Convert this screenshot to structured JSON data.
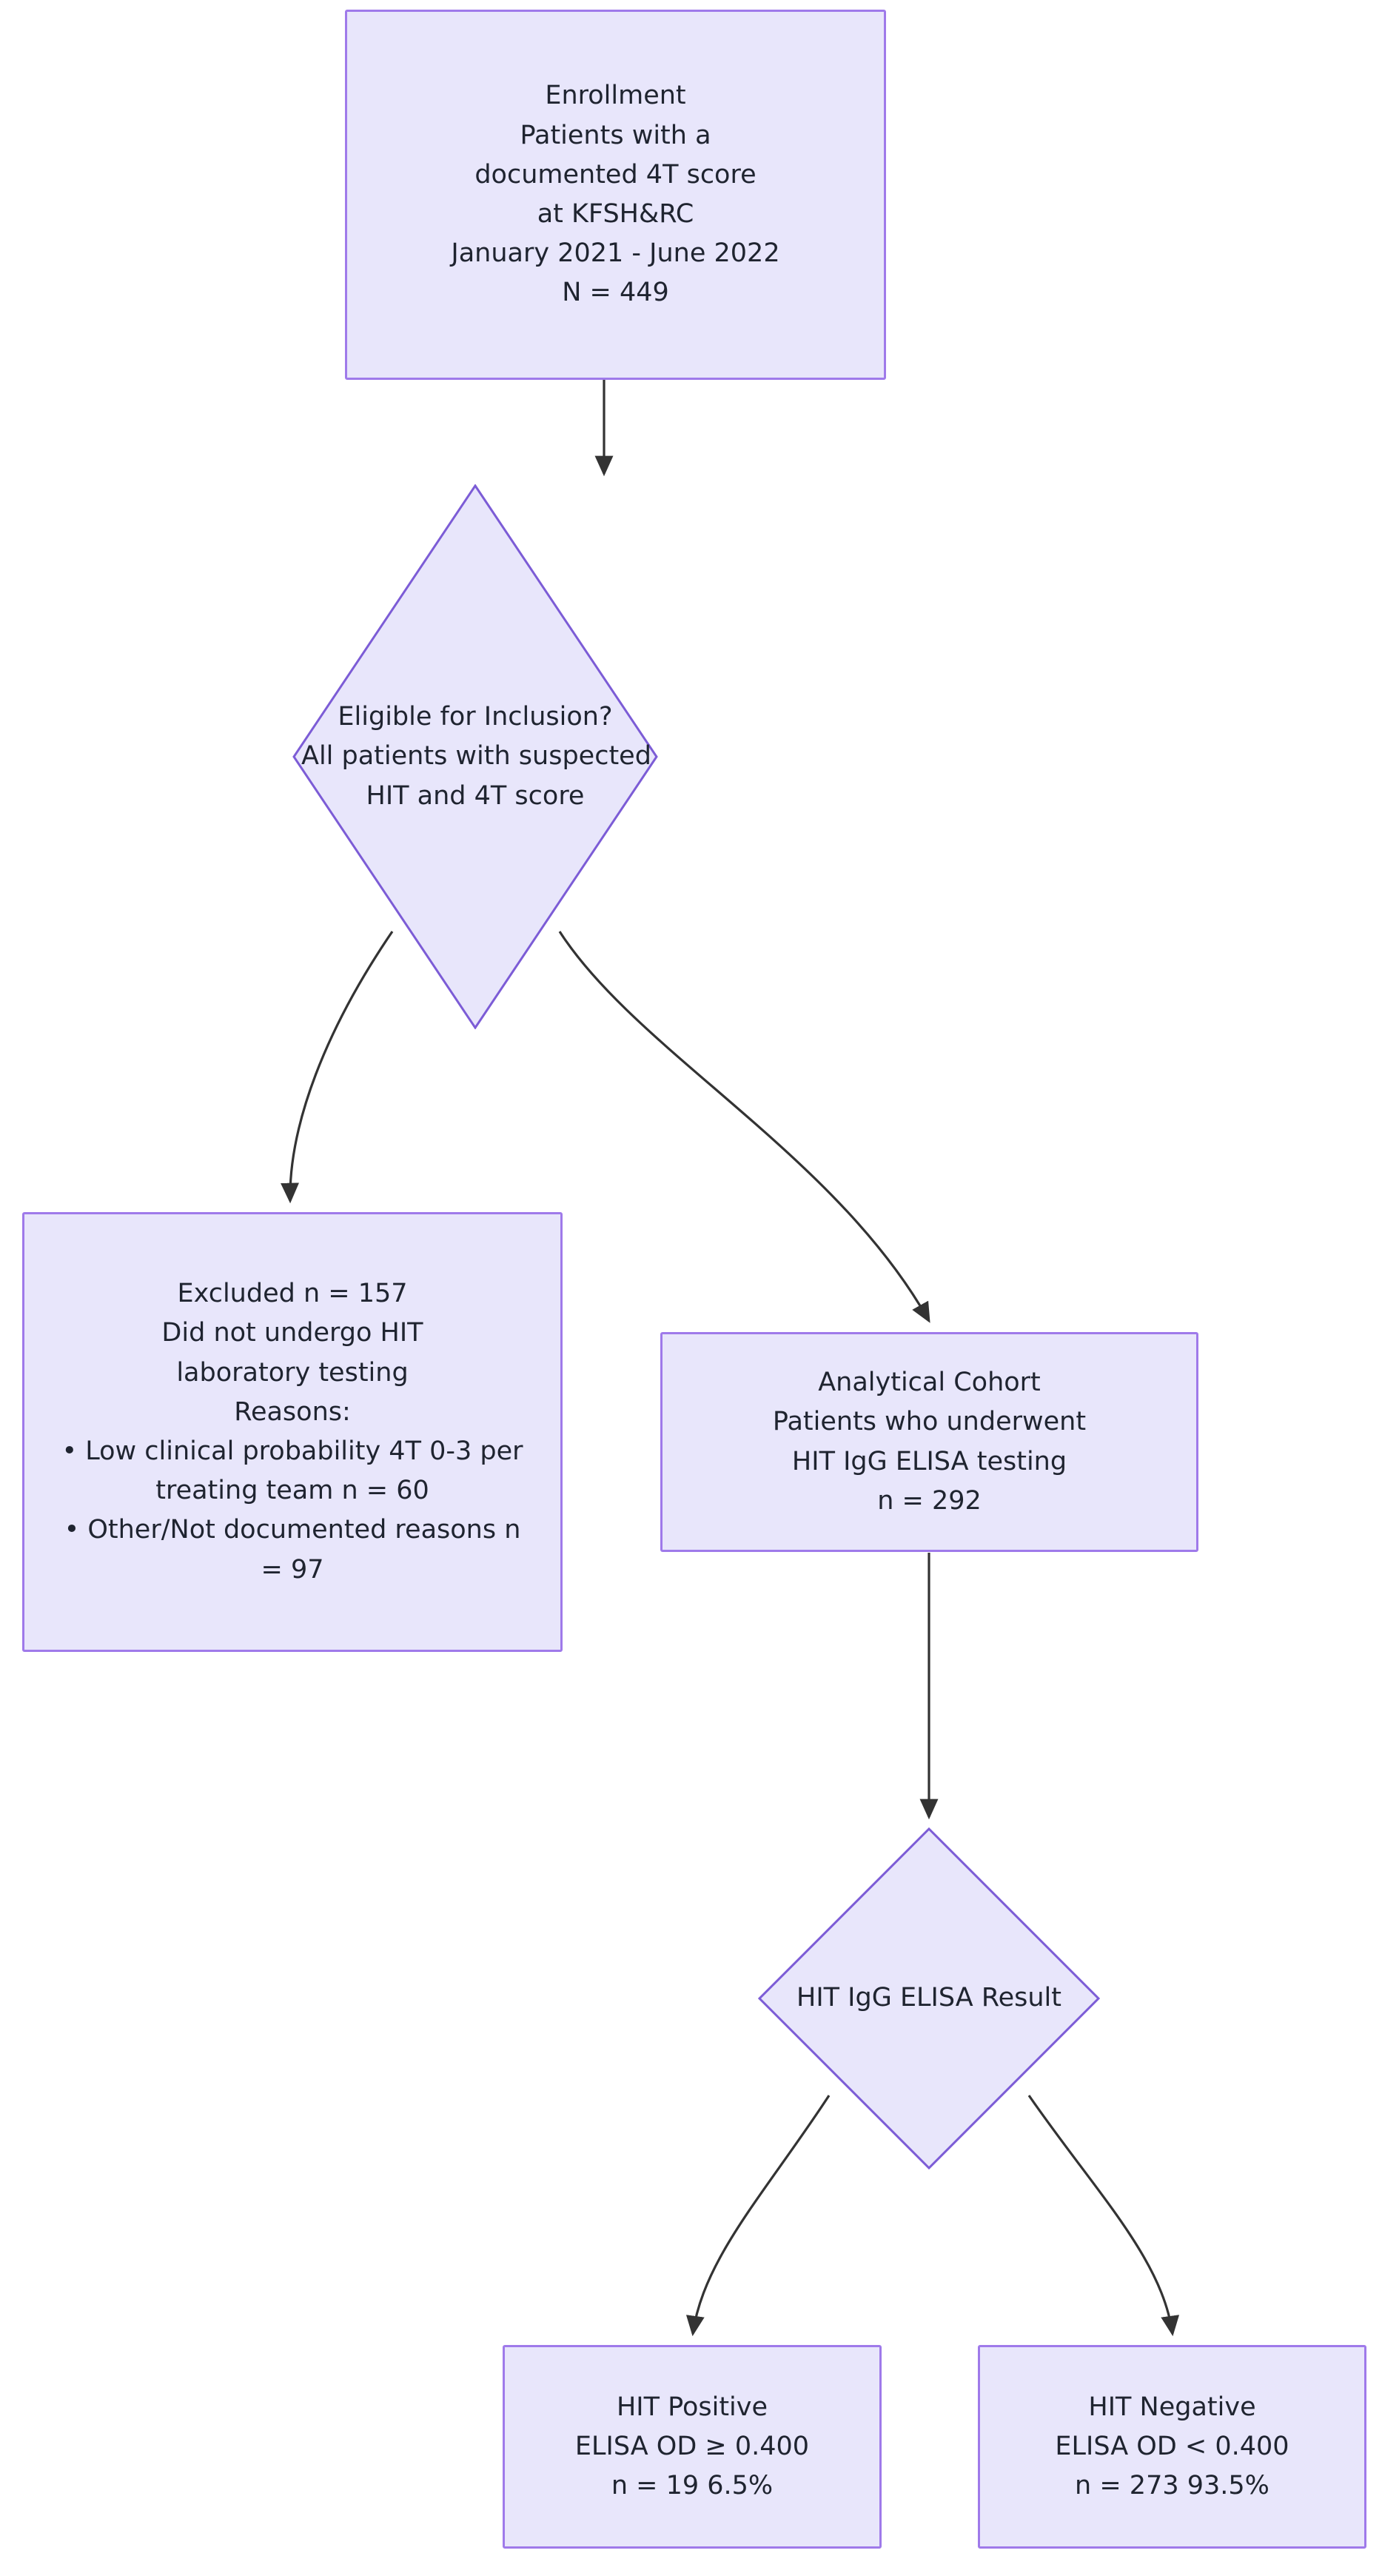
{
  "diagram": {
    "title": "HIT study patient flow diagram",
    "colors": {
      "node_fill": "#e8e6fb",
      "node_border": "#9f7aea",
      "edge": "#333333",
      "text": "#1f2430",
      "background": "#ffffff"
    }
  },
  "nodes": {
    "enrollment": {
      "id": "enrollment",
      "shape": "rect",
      "lines": [
        "Enrollment",
        "Patients with a",
        "documented 4T score",
        "at KFSH&RC",
        "January 2021 - June 2022",
        "N = 449"
      ]
    },
    "eligibility": {
      "id": "eligibility",
      "shape": "diamond",
      "lines": [
        "Eligible for Inclusion?",
        "All patients with suspected",
        "HIT and 4T score"
      ]
    },
    "excluded": {
      "id": "excluded",
      "shape": "rect",
      "lines": [
        "Excluded n = 157",
        "Did not undergo HIT",
        "laboratory testing",
        "Reasons:",
        "• Low clinical probability 4T 0-3 per treating team n = 60",
        "• Other/Not documented reasons n = 97"
      ]
    },
    "cohort": {
      "id": "cohort",
      "shape": "rect",
      "lines": [
        "Analytical Cohort",
        "Patients who underwent",
        "HIT IgG ELISA testing",
        "n = 292"
      ]
    },
    "elisa_result": {
      "id": "elisa_result",
      "shape": "diamond",
      "lines": [
        "HIT IgG ELISA Result"
      ]
    },
    "hit_positive": {
      "id": "hit_positive",
      "shape": "rect",
      "lines": [
        "HIT Positive",
        "ELISA OD ≥ 0.400",
        "n = 19 6.5%"
      ]
    },
    "hit_negative": {
      "id": "hit_negative",
      "shape": "rect",
      "lines": [
        "HIT Negative",
        "ELISA OD < 0.400",
        "n = 273 93.5%"
      ]
    }
  },
  "edges": [
    {
      "id": "edge-enrollment-eligibility",
      "from": "enrollment",
      "to": "eligibility",
      "label": ""
    },
    {
      "id": "edge-eligibility-excluded",
      "from": "eligibility",
      "to": "excluded",
      "label": ""
    },
    {
      "id": "edge-eligibility-cohort",
      "from": "eligibility",
      "to": "cohort",
      "label": ""
    },
    {
      "id": "edge-cohort-elisa",
      "from": "cohort",
      "to": "elisa_result",
      "label": ""
    },
    {
      "id": "edge-elisa-positive",
      "from": "elisa_result",
      "to": "hit_positive",
      "label": ""
    },
    {
      "id": "edge-elisa-negative",
      "from": "elisa_result",
      "to": "hit_negative",
      "label": ""
    }
  ]
}
